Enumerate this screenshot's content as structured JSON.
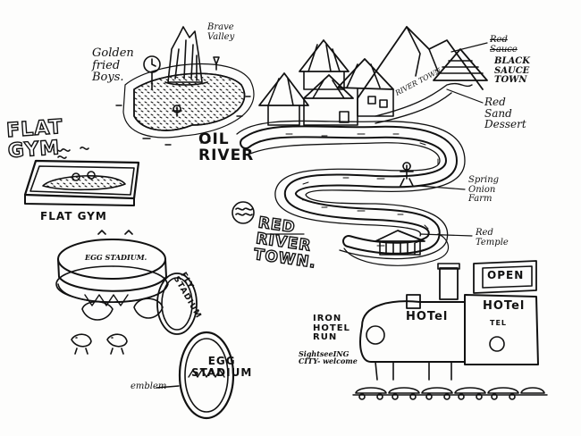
{
  "map": {
    "areas": {
      "golden_fried_boys": "Golden\nfried\nBoys.",
      "brave_valley": "Brave\nValley",
      "flat_gym_title": "FLAT\nGYM",
      "flat_gym_caption": "FLAT GYM",
      "oil_river": "OIL\nRIVER",
      "black_sauce_town_struck": "Red\nSauce",
      "black_sauce_town": "BLACK\nSAUCE\nTOWN",
      "red_sand_desert": "Red\nSand\nDessert",
      "spring_onion_farm": "Spring\nOnion\nFarm",
      "red_temple": "Red\nTemple",
      "red_river_town": "RED\nRIVER\nTOWN.",
      "river_town_road": "RIVER TOWN",
      "egg_stadium": "EGG STADIUM.",
      "fly_badge": "FLY\nSTADIUM",
      "emblem_text": "EGG\nSTADIUM",
      "emblem_label": "emblem",
      "iron_hotel_title": "IRON\nHOTEL\nRUN",
      "iron_hotel_sub": "SightseeING\nCITY- welcome",
      "hotel_sign_1": "HOTel",
      "hotel_sign_2": "HOTel",
      "hotel_sign_small": "TEL",
      "open_sign": "OPEN"
    }
  }
}
